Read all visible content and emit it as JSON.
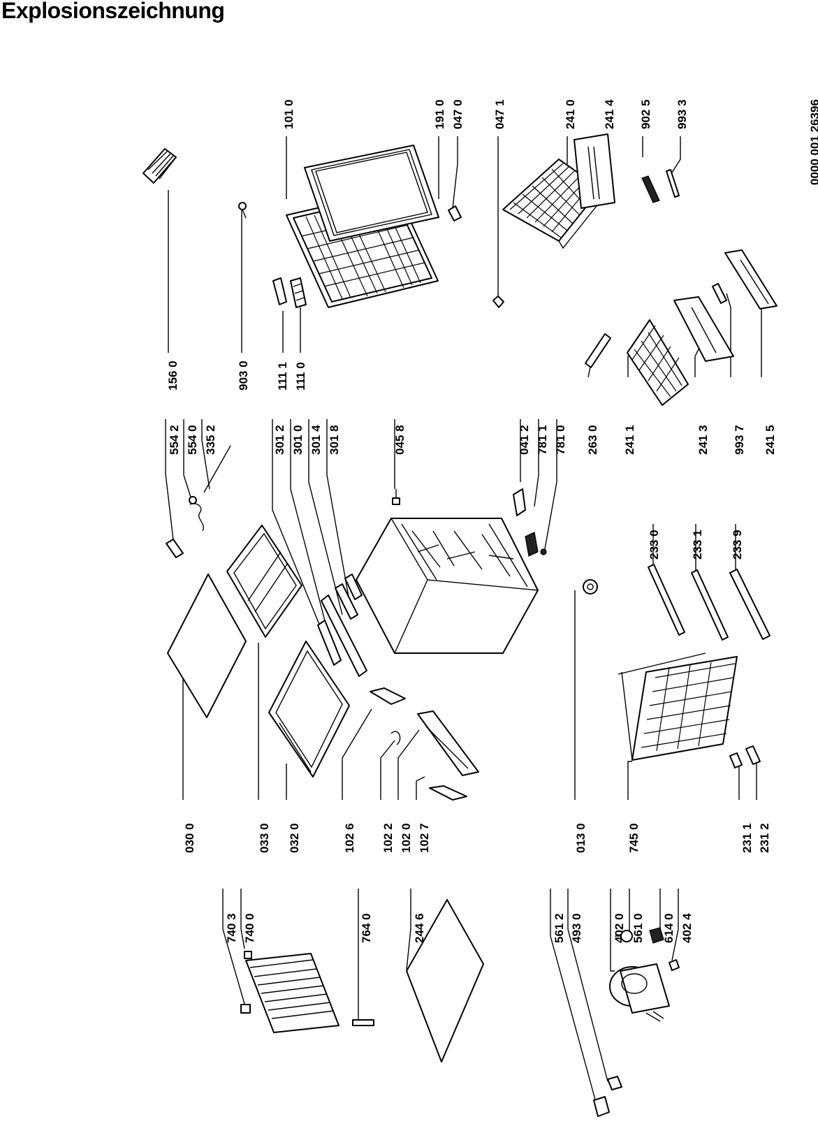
{
  "title": "Explosionszeichnung",
  "document_number": "0000 001 26396",
  "labels": [
    "740 3",
    "740 0",
    "764 0",
    "244 6",
    "561 2",
    "493 0",
    "402 0",
    "561 0",
    "614 0",
    "402 4",
    "030 0",
    "033 0",
    "032 0",
    "102 6",
    "102 2",
    "102 0",
    "102 7",
    "013 0",
    "745 0",
    "231 1",
    "231 2",
    "554 2",
    "554 0",
    "335 2",
    "301 2",
    "301 0",
    "301 4",
    "301 8",
    "045 8",
    "041 2",
    "781 1",
    "781 0",
    "263 0",
    "241 1",
    "241 3",
    "993 7",
    "241 5",
    "233 0",
    "233 1",
    "233 9",
    "156 0",
    "903 0",
    "111 1",
    "111 0",
    "101 0",
    "191 0",
    "047 0",
    "047 1",
    "241 0",
    "241 4",
    "902 5",
    "993 3"
  ]
}
